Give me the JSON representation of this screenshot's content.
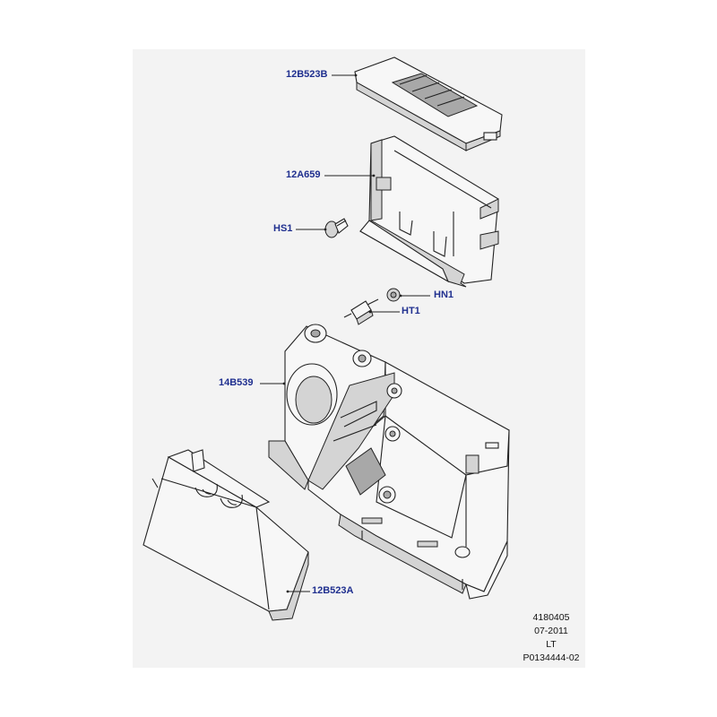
{
  "colors": {
    "callout": "#1f2f8f",
    "panel_background": "#f3f3f3",
    "line": "#222222"
  },
  "callouts": {
    "p_12B523B": "12B523B",
    "p_12A659": "12A659",
    "p_HS1": "HS1",
    "p_HN1": "HN1",
    "p_HT1": "HT1",
    "p_14B539": "14B539",
    "p_12B523A": "12B523A"
  },
  "meta": {
    "drawing_number": "4180405",
    "date": "07-2011",
    "variant": "LT",
    "part_reference": "P0134444-02"
  }
}
